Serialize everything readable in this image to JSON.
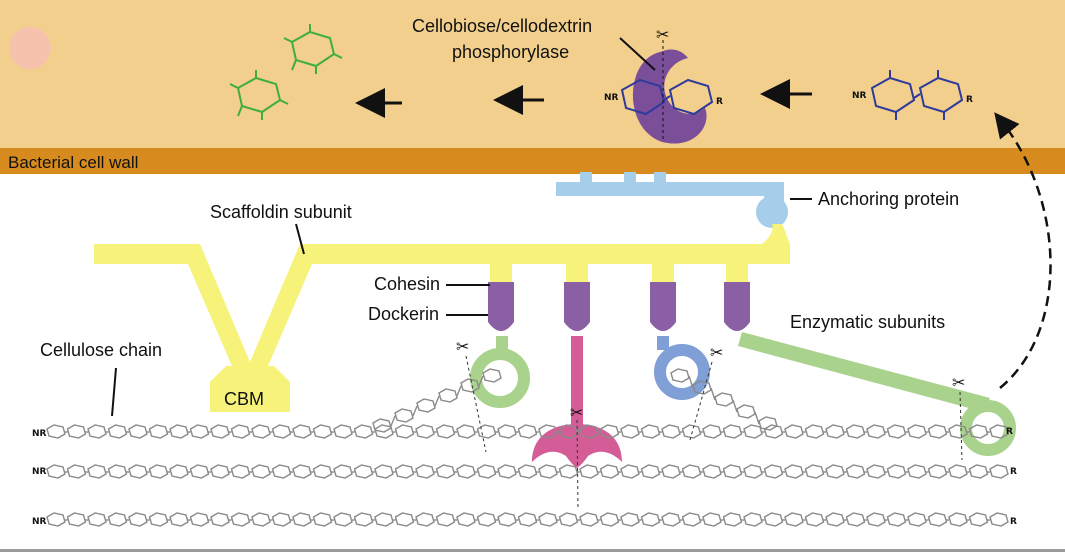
{
  "labels": {
    "cell_wall": "Bacterial cell wall",
    "enzyme_line1": "Cellobiose/cellodextrin",
    "enzyme_line2": "phosphorylase",
    "anchoring": "Anchoring protein",
    "scaffoldin": "Scaffoldin subunit",
    "cohesin": "Cohesin",
    "dockerin": "Dockerin",
    "enzymatic": "Enzymatic subunits",
    "cellulose": "Cellulose chain",
    "cbm": "CBM"
  },
  "chain_ends": {
    "nonreducing": "NR",
    "reducing": "R"
  },
  "colors": {
    "cell_interior": "#f2cf8c",
    "cell_wall": "#d78b1f",
    "scaffoldin": "#f6f27a",
    "anchoring": "#a6cdea",
    "dockerin": "#8b5fa3",
    "enzyme_pink": "#d45d97",
    "enzyme_green": "#a9d28c",
    "enzyme_blue": "#7f9fd6",
    "phosphorylase": "#7b4e99",
    "glucose_green": "#3fae3a",
    "glucose_blue": "#2e3a9c",
    "cellulose": "#8a8a8a"
  },
  "icons": [
    "scissors-icon",
    "arrow-left-icon",
    "dashed-curved-arrow-icon"
  ]
}
